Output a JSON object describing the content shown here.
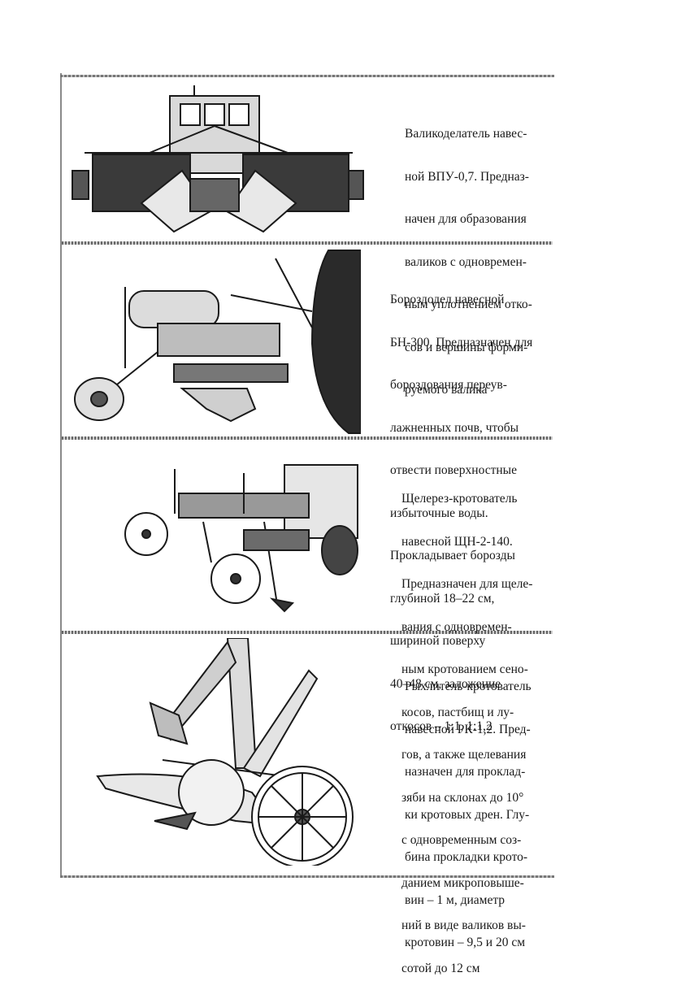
{
  "panels": [
    {
      "id": "vpu",
      "caption_lines": [
        "Валикоделатель навес-",
        "ной ВПУ-0,7. Предназ-",
        "начен для образования",
        "валиков с одновремен-",
        "ным уплотнением отко-",
        "сов и вершины форми-",
        "руемого валика"
      ]
    },
    {
      "id": "bn300",
      "caption_lines": [
        "Бороздодел навесной",
        "БН-300. Предназначен для",
        "бороздования переув-",
        "лажненных почв, чтобы",
        "отвести поверхностные",
        "избыточные воды.",
        "Прокладывает борозды",
        "глубиной 18–22 см,",
        "шириной поверху",
        "40–48 см, заложение",
        "откосов – 1:1, 1:1,2"
      ]
    },
    {
      "id": "shn",
      "caption_lines": [
        "Щелерез-кротователь",
        "навесной ЩН-2-140.",
        "Предназначен для щеле-",
        "вания с одновремен-",
        "ным кротованием сено-",
        "косов, пастбищ и лу-",
        "гов, а также щелевания",
        "зяби на склонах до 10°",
        "с одновременным соз-",
        "данием микроповыше-",
        "ний в виде валиков вы-",
        "сотой до 12 см"
      ]
    },
    {
      "id": "rk",
      "caption_lines": [
        "Рыхлитель-кротователь",
        "навесной РК-1,2. Пред-",
        "назначен для проклад-",
        "ки кротовых дрен. Глу-",
        "бина прокладки крото-",
        "вин – 1 м, диаметр",
        "кротовин – 9,5 и 20 см"
      ]
    }
  ]
}
